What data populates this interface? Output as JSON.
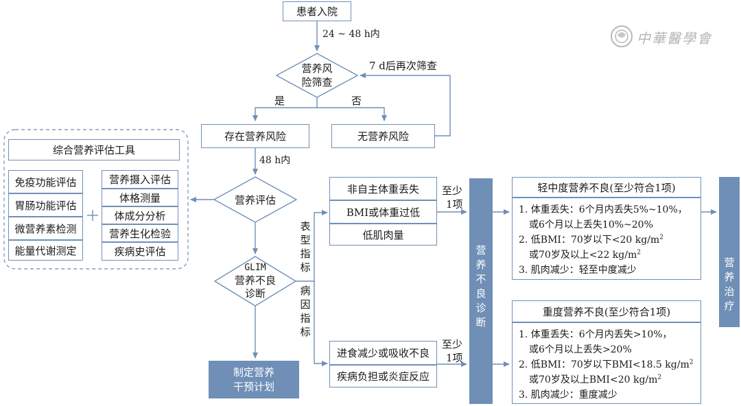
{
  "start": "患者入院",
  "time_24_48": "24 ~ 48 h内",
  "screen_diamond": [
    "营养风",
    "险筛查"
  ],
  "rescreen": "7 d后再次筛查",
  "yes": "是",
  "no": "否",
  "risk": "存在营养风险",
  "no_risk": "无营养风险",
  "time_48": "48 h内",
  "assess_diamond": "营养评估",
  "tools_title": "综合营养评估工具",
  "tools_left": [
    "免疫功能评估",
    "胃肠功能评估",
    "微营养素检测",
    "能量代谢测定"
  ],
  "plus": "+",
  "tools_right": [
    "营养摄入评估",
    "体格测量",
    "体成分分析",
    "营养生化检验",
    "疾病史评估"
  ],
  "glim_diamond": [
    "GLIM",
    "营养不良",
    "诊断"
  ],
  "pheno_label": [
    "表",
    "型",
    "指",
    "标"
  ],
  "etio_label": [
    "病",
    "因",
    "指",
    "标"
  ],
  "pheno_items": [
    "非自主体重丢失",
    "BMI或体重过低",
    "低肌肉量"
  ],
  "etio_items": [
    "进食减少或吸收不良",
    "疾病负担或炎症反应"
  ],
  "at_least": [
    "至少",
    "1项"
  ],
  "plan": [
    "制定营养",
    "干预计划"
  ],
  "dx_bar": [
    "营",
    "养",
    "不",
    "良",
    "诊",
    "断"
  ],
  "therapy_bar": [
    "营",
    "养",
    "治",
    "疗"
  ],
  "mild": {
    "title": "轻中度营养不良(至少符合1项)",
    "lines": [
      "1. 体重丢失：6个月内丢失5%~10%，",
      "或6个月以上丢失10%~20%",
      "2. 低BMI：70岁以下<20 kg/m",
      "或70岁及以上<22 kg/m",
      "3. 肌肉减少：轻至中度减少"
    ],
    "sup": "2"
  },
  "severe": {
    "title": "重度营养不良(至少符合1项)",
    "lines": [
      "1. 体重丢失：6个月内丢失>10%，",
      "或6个月以上丢失>20%",
      "2. 低BMI：70岁以下BMI<18.5 kg/m",
      "或70岁及以上BMI<20 kg/m",
      "3. 肌肉减少：重度减少"
    ],
    "sup": "2"
  },
  "logo": "中華醫學會",
  "colors": {
    "line": "#6f8fb6",
    "fill": "#6f8fb6",
    "dash": "#7f9ec4"
  }
}
